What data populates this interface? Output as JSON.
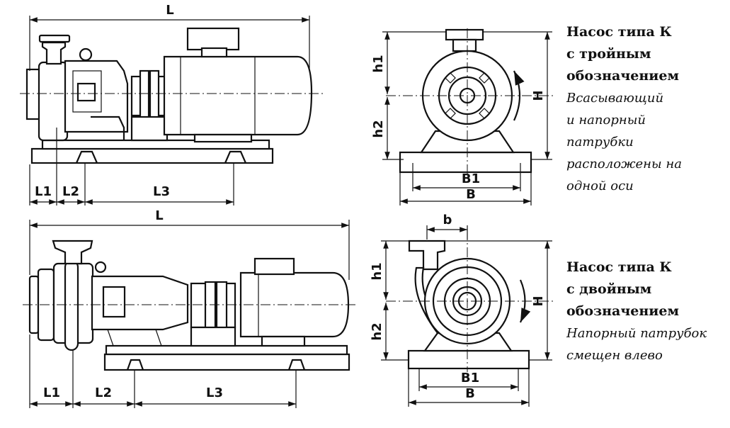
{
  "dimensions": {
    "L": "L",
    "L1": "L1",
    "L2": "L2",
    "L3": "L3",
    "h1": "h1",
    "h2": "h2",
    "H": "H",
    "B1": "B1",
    "B": "B",
    "b": "b"
  },
  "captions": {
    "triple": {
      "title_lines": [
        "Насос типа К",
        "с тройным",
        "обозначением"
      ],
      "note_lines": [
        "Всасывающий",
        "и напорный",
        "патрубки",
        "расположены на",
        "одной оси"
      ]
    },
    "double": {
      "title_lines": [
        "Насос типа К",
        "с двойным",
        "обозначением"
      ],
      "note_lines": [
        "Напорный патрубок",
        "смещен влево"
      ]
    }
  }
}
